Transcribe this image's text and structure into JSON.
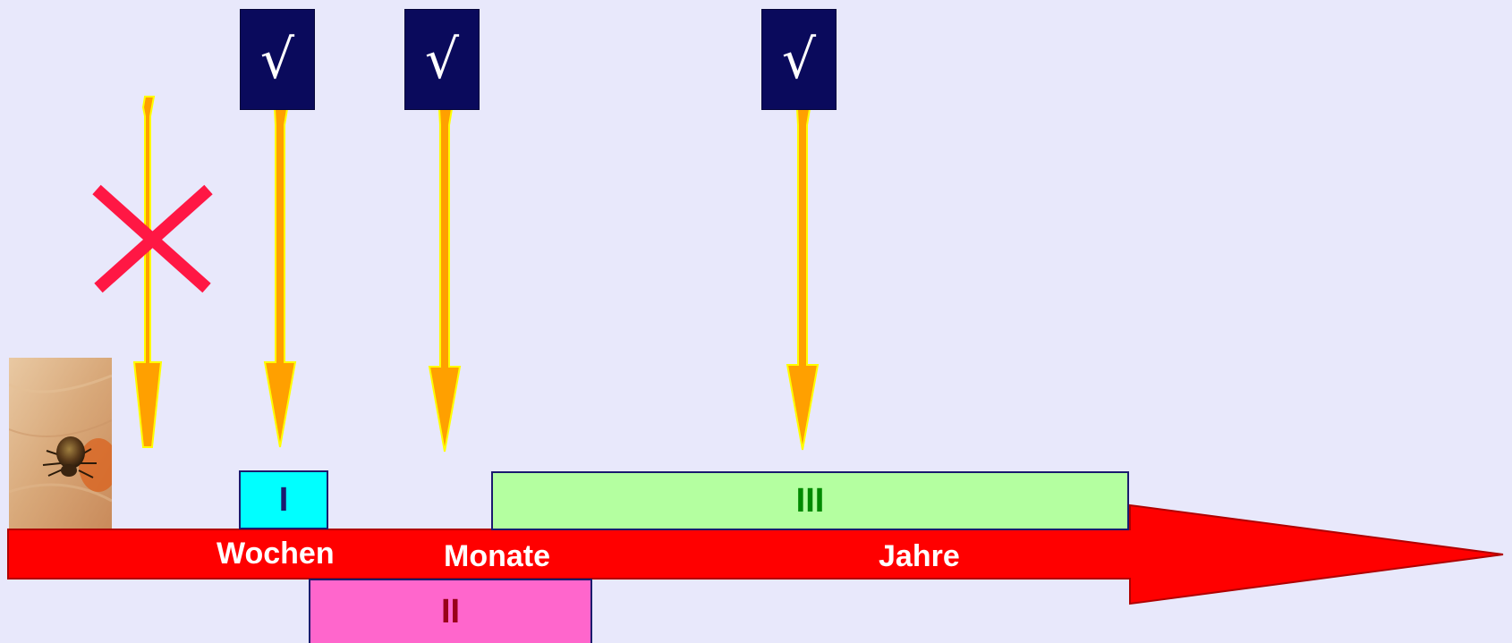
{
  "checks": [
    {
      "symbol": "√"
    },
    {
      "symbol": "√"
    },
    {
      "symbol": "√"
    }
  ],
  "stages": {
    "one": {
      "label": "I",
      "fill": "#00ffff",
      "text_color": "#1b1b6e"
    },
    "two": {
      "label": "II",
      "fill": "#ff66cc",
      "text_color": "#99001a"
    },
    "three": {
      "label": "III",
      "fill": "#b4ffa0",
      "text_color": "#008a00"
    }
  },
  "timeline": {
    "labels": [
      "Wochen",
      "Monate",
      "Jahre"
    ],
    "color": "#ff0000"
  },
  "colors": {
    "background": "#e8e8fb",
    "arrow_fill": "#ffa000",
    "arrow_outline": "#ffff00",
    "cross": "#ff1744",
    "check_box": "#0a0a5c"
  },
  "photo": {
    "icon": "tick-on-skin-photo"
  }
}
